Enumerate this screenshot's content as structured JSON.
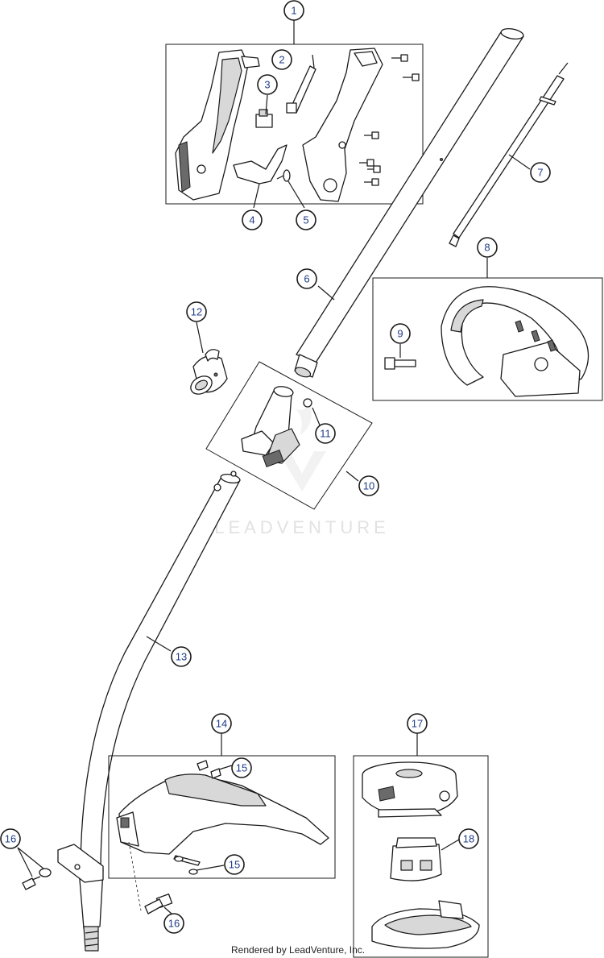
{
  "watermark": "LEADVENTURE",
  "footer": "Rendered by LeadVenture, Inc.",
  "callouts": [
    "1",
    "2",
    "3",
    "4",
    "5",
    "6",
    "7",
    "8",
    "9",
    "10",
    "11",
    "12",
    "13",
    "14",
    "15",
    "15",
    "16",
    "16",
    "17",
    "18"
  ]
}
